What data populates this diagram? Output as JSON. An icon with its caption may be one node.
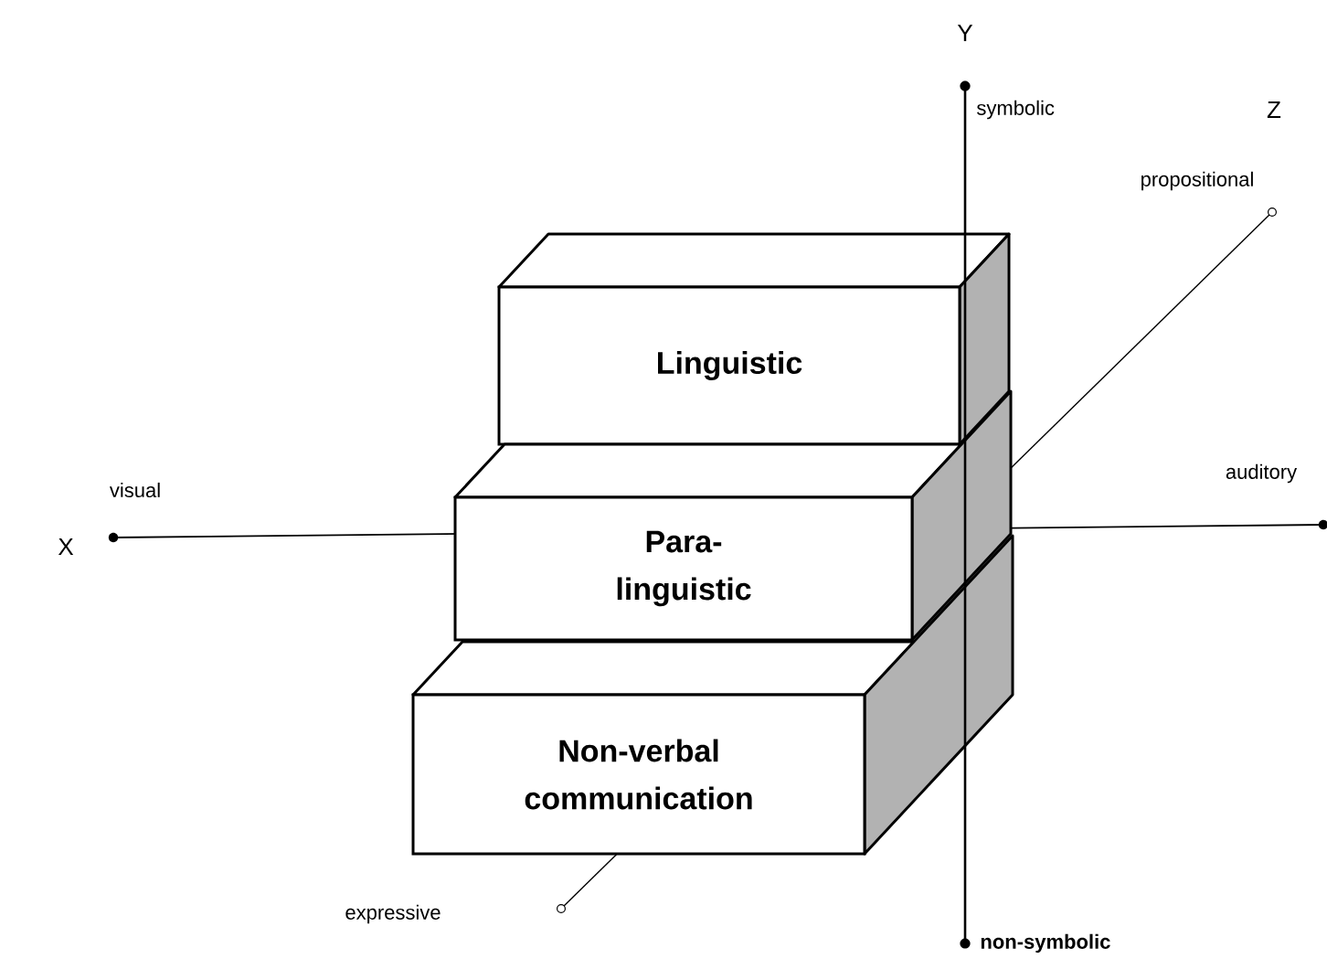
{
  "diagram": {
    "nodes": [
      {
        "text": [
          "Linguistic"
        ]
      },
      {
        "text": [
          "Para- linguistic"
        ]
      },
      {
        "text": [
          "Non-verbal communication"
        ]
      }
    ],
    "labels": [
      "Y",
      "symbolic",
      "Z",
      "propositional",
      "visual",
      "auditory",
      "X",
      "expressive",
      "non-symbolic"
    ]
  }
}
